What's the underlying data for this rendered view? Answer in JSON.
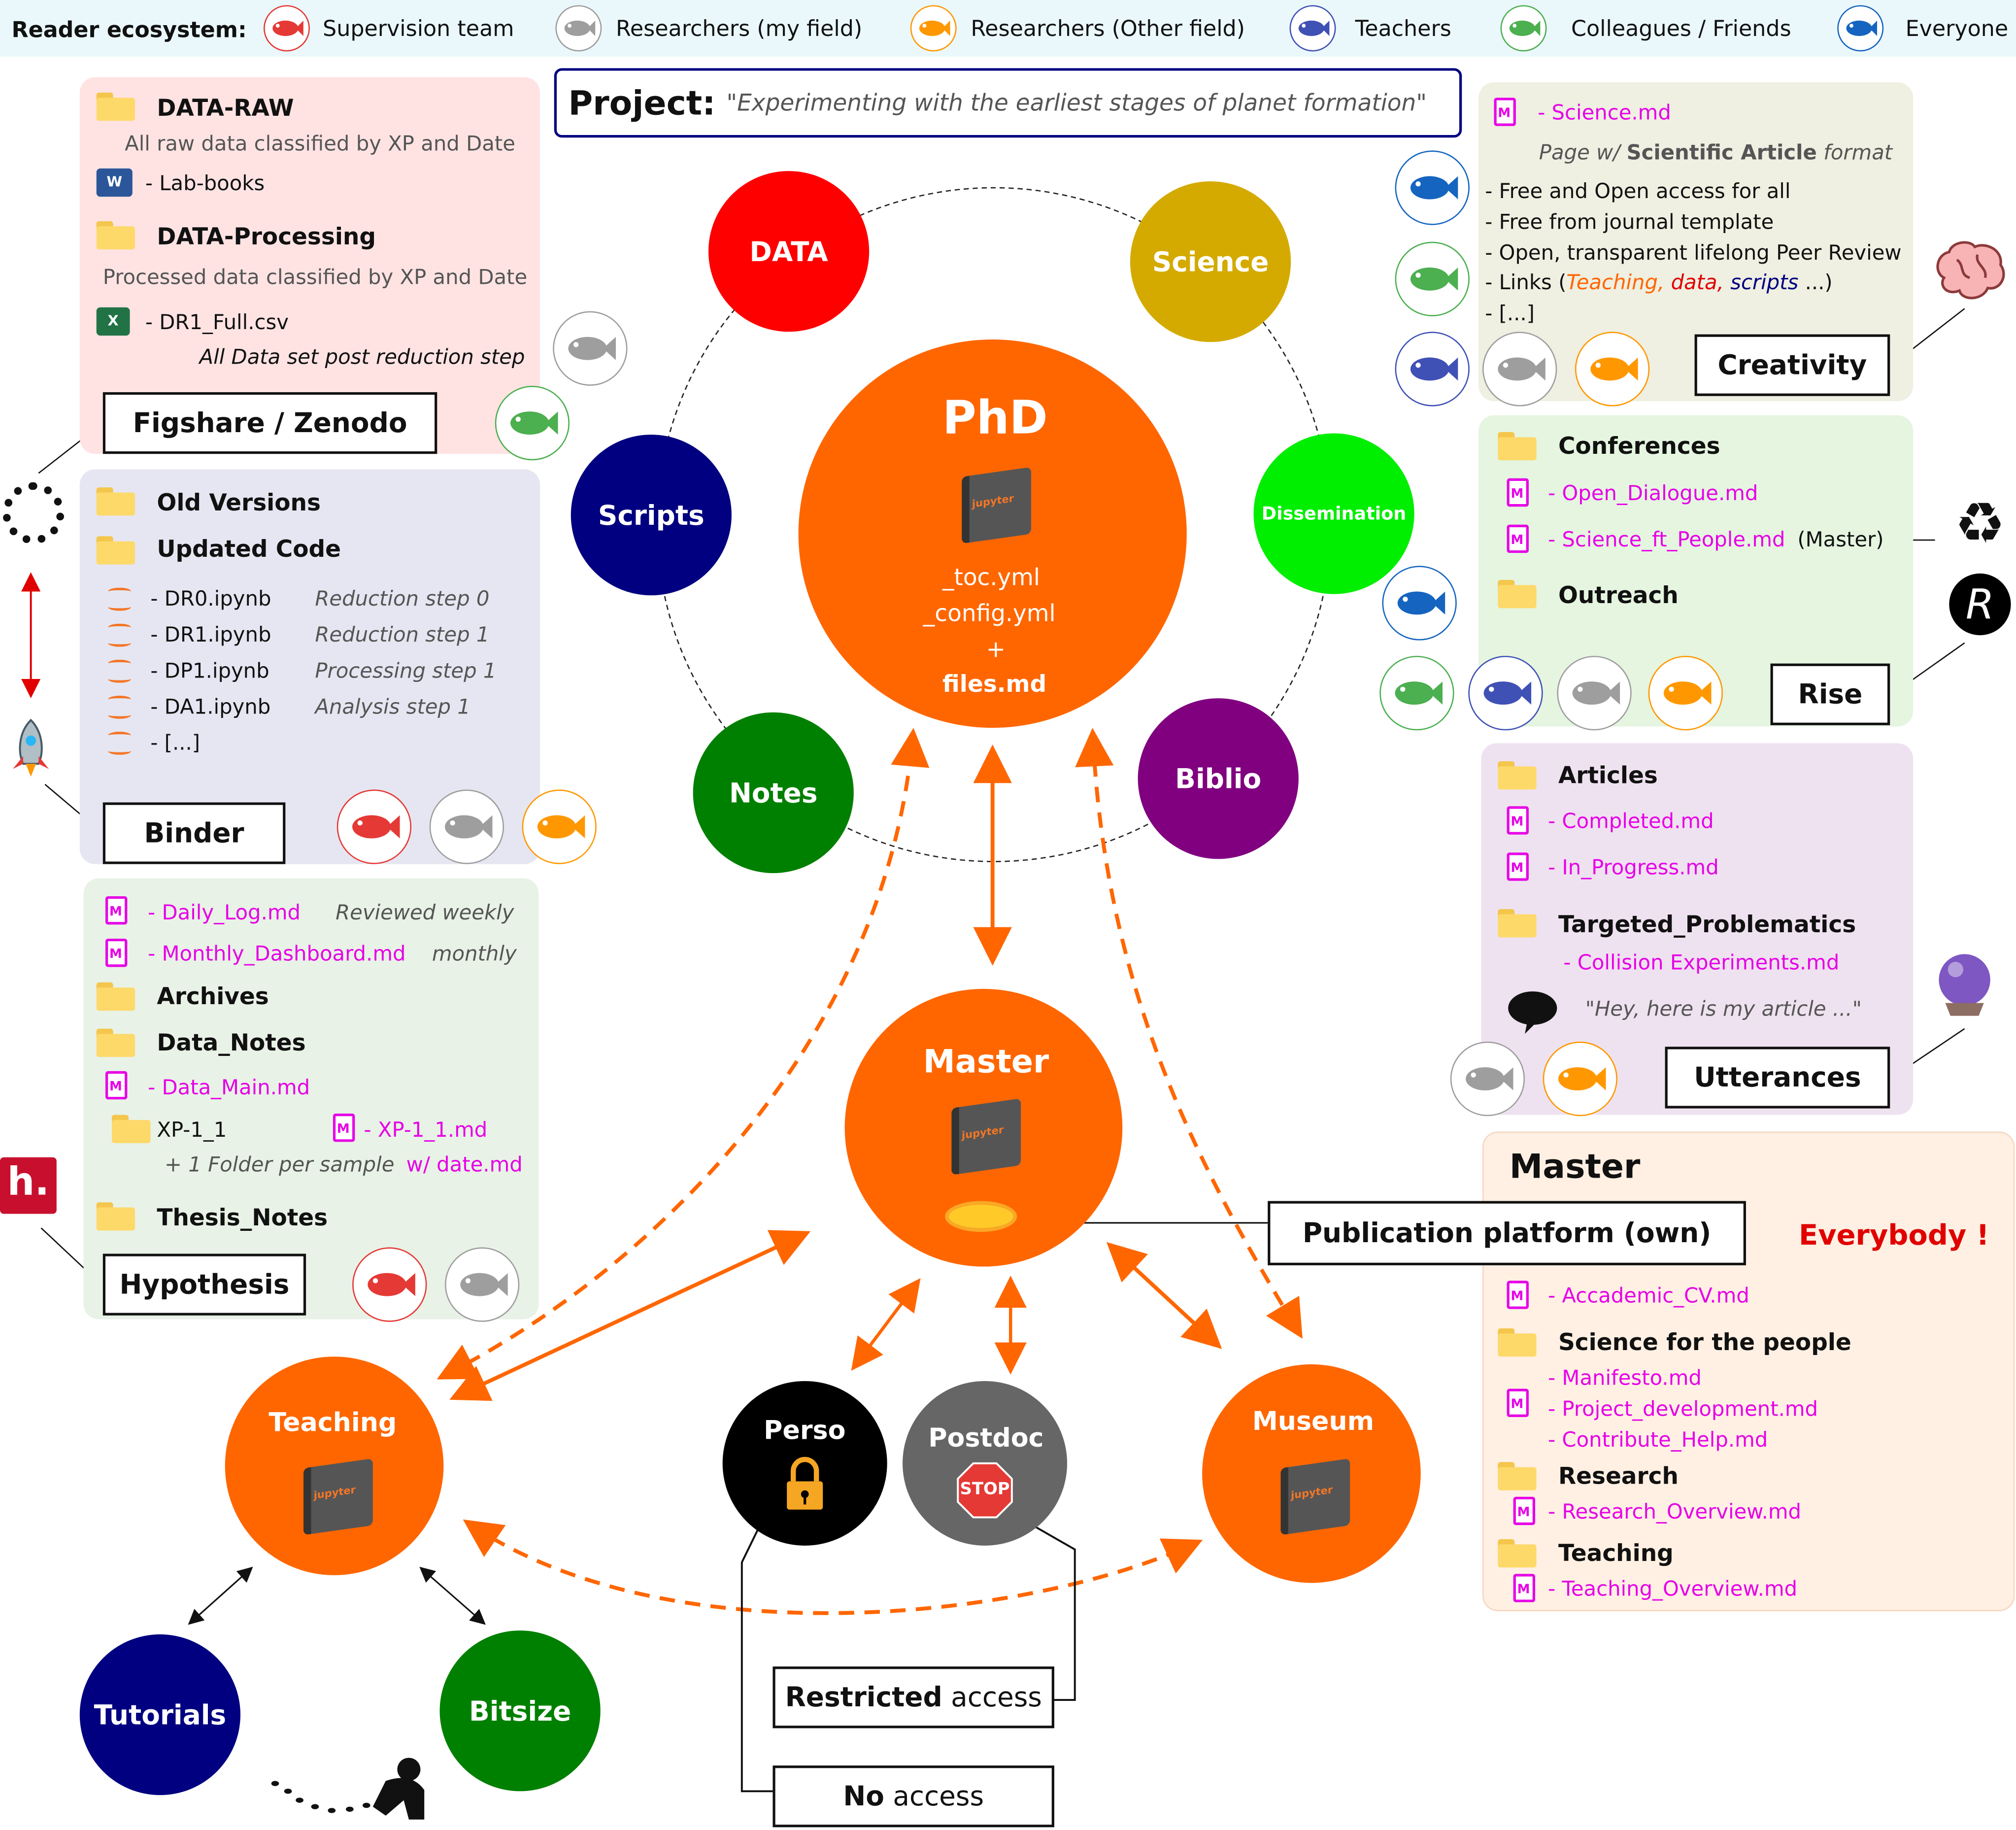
{
  "legend": {
    "title": "Reader ecosystem:",
    "items": [
      {
        "label": "Supervision team",
        "icon": "octopus-icon",
        "color": "#e53935"
      },
      {
        "label": "Researchers (my field)",
        "icon": "shark-icon",
        "color": "#9e9e9e"
      },
      {
        "label": "Researchers (Other field)",
        "icon": "clownfish-icon",
        "color": "#ff9800"
      },
      {
        "label": "Teachers",
        "icon": "anglerfish-icon",
        "color": "#3f51b5"
      },
      {
        "label": "Colleagues / Friends",
        "icon": "turtle-icon",
        "color": "#4caf50"
      },
      {
        "label": "Everyone",
        "icon": "tang-fish-icon",
        "color": "#1565c0"
      }
    ]
  },
  "project": {
    "label": "Project:",
    "title": "\"Experimenting with the earliest stages of planet formation\""
  },
  "center": {
    "phd": {
      "title": "PhD",
      "lines": [
        "_toc.yml",
        "_config.yml",
        "+",
        "files.md"
      ]
    },
    "satellites": [
      "DATA",
      "Science",
      "Scripts",
      "Dissemination",
      "Notes",
      "Biblio"
    ],
    "master": "Master",
    "children": [
      "Teaching",
      "Perso",
      "Postdoc",
      "Museum",
      "Tutorials",
      "Bitsize"
    ],
    "stop_sign": "STOP"
  },
  "data_panel": {
    "raw_title": "DATA-RAW",
    "raw_desc": "All raw data classified by XP and Date",
    "labbooks": "- Lab-books",
    "proc_title": "DATA-Processing",
    "proc_desc": "Processed data classified by XP and Date",
    "csv": "- DR1_Full.csv",
    "csv_note": "All Data set post reduction step",
    "box": "Figshare / Zenodo"
  },
  "scripts_panel": {
    "old": "Old Versions",
    "updated": "Updated Code",
    "files": [
      {
        "name": "- DR0.ipynb",
        "note": "Reduction step 0"
      },
      {
        "name": "- DR1.ipynb",
        "note": "Reduction step 1"
      },
      {
        "name": "- DP1.ipynb",
        "note": "Processing step 1"
      },
      {
        "name": "- DA1.ipynb",
        "note": "Analysis step 1"
      },
      {
        "name": "- [...]",
        "note": ""
      }
    ],
    "box": "Binder"
  },
  "notes_panel": {
    "daily": "- Daily_Log.md",
    "daily_note": "Reviewed weekly",
    "monthly": "- Monthly_Dashboard.md",
    "monthly_note": "monthly",
    "archives": "Archives",
    "data_notes": "Data_Notes",
    "data_main": "- Data_Main.md",
    "xp": "XP-1_1",
    "xp_md": "- XP-1_1.md",
    "folder_note": "+ 1 Folder per sample",
    "folder_note2": "w/ date.md",
    "thesis": "Thesis_Notes",
    "box": "Hypothesis"
  },
  "science_panel": {
    "file": "- Science.md",
    "page_prefix": "Page w/",
    "page_bold": "Scientific Article",
    "page_suffix": "format",
    "bullets": [
      "- Free and Open access for all",
      "- Free from journal template",
      "- Open, transparent lifelong Peer Review"
    ],
    "links_prefix": "- Links (",
    "links_teaching": "Teaching,",
    "links_data": "data,",
    "links_scripts": "scripts",
    "links_suffix": "...)",
    "etc": "- [...]",
    "box": "Creativity"
  },
  "dissemination_panel": {
    "conferences": "Conferences",
    "open_dialogue": "- Open_Dialogue.md",
    "science_people": "- Science_ft_People.md",
    "master_tag": "(Master)",
    "outreach": "Outreach",
    "r_logo": "R",
    "box": "Rise"
  },
  "biblio_panel": {
    "articles": "Articles",
    "completed": "- Completed.md",
    "in_progress": "- In_Progress.md",
    "targeted": "Targeted_Problematics",
    "collision": "- Collision Experiments.md",
    "quote": "\"Hey, here is my article ...\"",
    "box": "Utterances"
  },
  "master_panel": {
    "title": "Master",
    "publication_box": "Publication platform (own)",
    "everybody": "Everybody !",
    "cv": "- Accademic_CV.md",
    "science_people": "Science for the people",
    "science_files": [
      "- Manifesto.md",
      "- Project_development.md",
      "- Contribute_Help.md"
    ],
    "research": "Research",
    "research_file": "- Research_Overview.md",
    "teaching": "Teaching",
    "teaching_file": "- Teaching_Overview.md"
  },
  "access": {
    "restricted_bold": "Restricted",
    "restricted_rest": " access",
    "no_bold": "No",
    "no_rest": " access"
  },
  "hypothesis_logo": "h.",
  "colors": {
    "orange": "#ff6600",
    "data": "#ff0000",
    "science": "#d4aa00",
    "scripts": "#000080",
    "dissemination": "#00ee00",
    "notes": "#008000",
    "biblio": "#800080",
    "perso": "#000000",
    "postdoc": "#666666",
    "tutorials": "#000080",
    "bitsize": "#008000"
  }
}
